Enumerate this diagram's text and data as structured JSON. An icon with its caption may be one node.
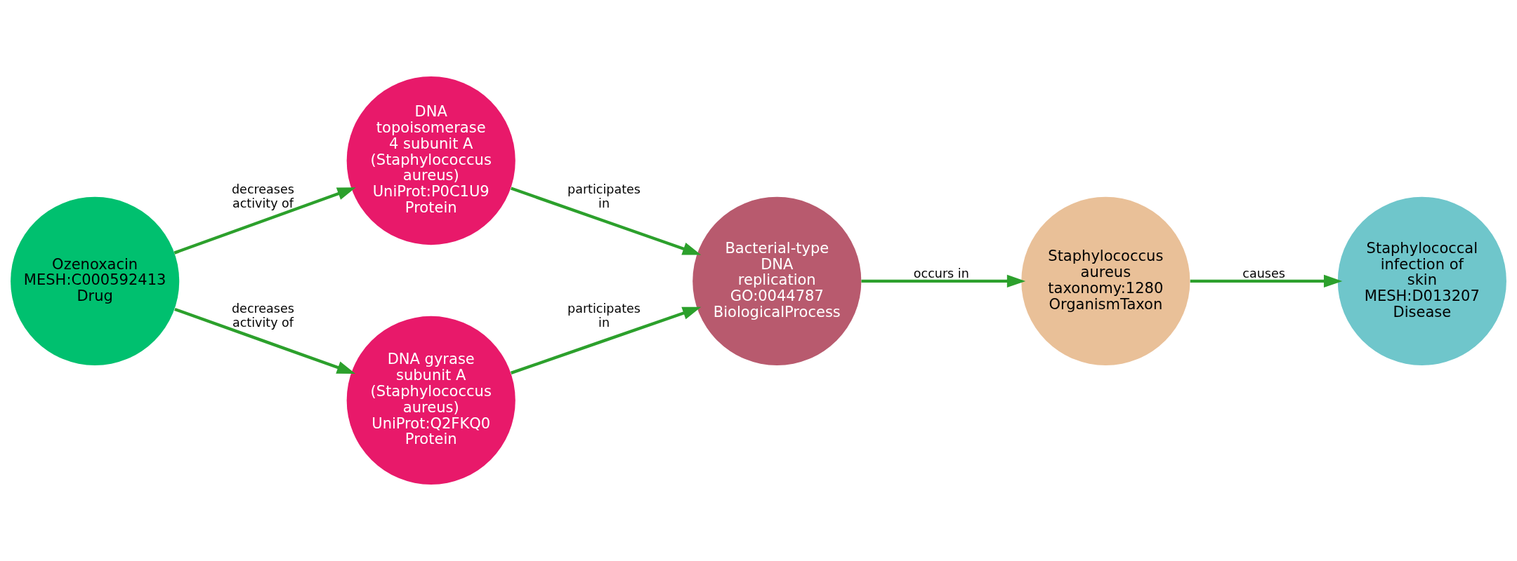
{
  "diagram": {
    "nodes": [
      {
        "text": [
          "Ozenoxacin",
          "MESH:C000592413",
          "Drug"
        ]
      },
      {
        "text": [
          "DNA topoisomerase 4 subunit A (Staphylococcus aureus)",
          "UniProt:P0C1U9",
          "Protein"
        ]
      },
      {
        "text": [
          "DNA gyrase subunit A (Staphylococcus aureus)",
          "UniProt:Q2FKQ0",
          "Protein"
        ]
      },
      {
        "text": [
          "Bacterial-type DNA replication",
          "GO:0044787",
          "BiologicalProcess"
        ]
      },
      {
        "text": [
          "Staphylococcus aureus",
          "taxonomy:1280",
          "OrganismTaxon"
        ]
      },
      {
        "text": [
          "Staphylococcal infection of skin",
          "MESH:D013207",
          "Disease"
        ]
      }
    ],
    "edges": [
      {
        "from": 0,
        "to": 1,
        "arrow": "to",
        "label": "decreases activity of"
      },
      {
        "from": 0,
        "to": 2,
        "arrow": "to",
        "label": "decreases activity of"
      },
      {
        "from": 1,
        "to": 3,
        "arrow": "to",
        "label": "participates in"
      },
      {
        "from": 2,
        "to": 3,
        "arrow": "to",
        "label": "participates in"
      },
      {
        "from": 3,
        "to": 4,
        "arrow": "to",
        "label": "occurs in"
      },
      {
        "from": 4,
        "to": 5,
        "arrow": "to",
        "label": "causes"
      }
    ]
  }
}
